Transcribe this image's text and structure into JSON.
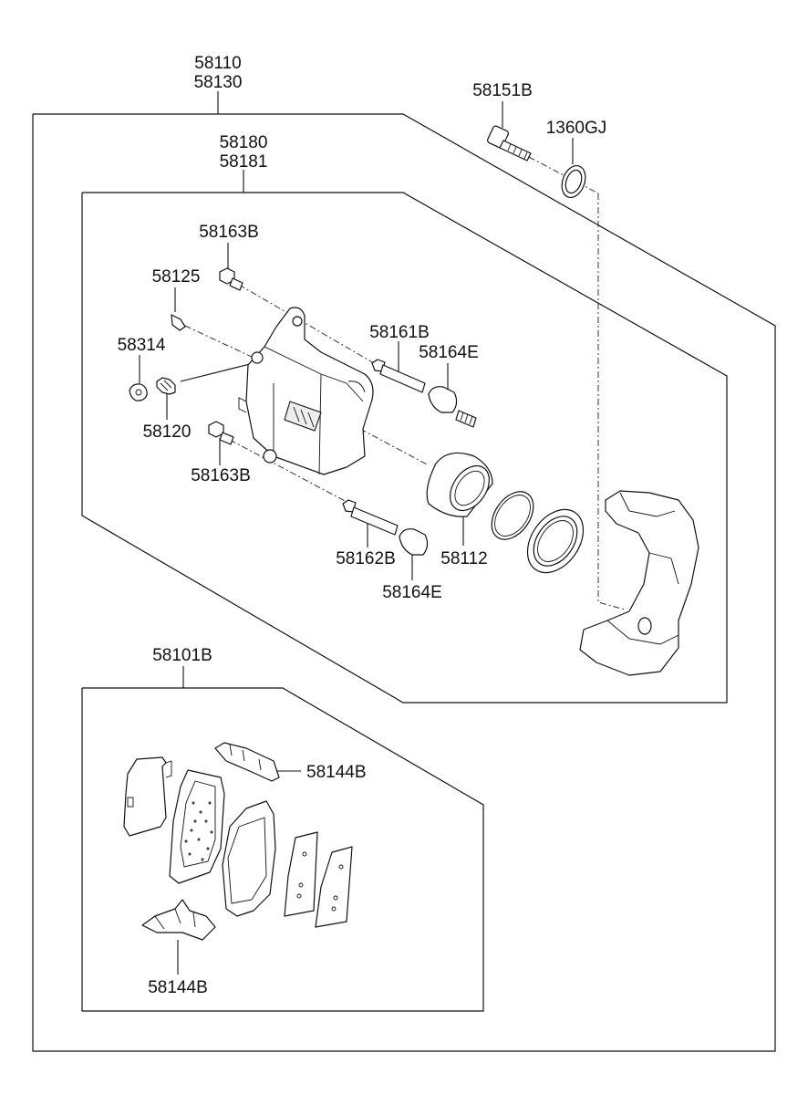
{
  "diagram": {
    "labels": {
      "assembly_a": "58110",
      "assembly_b": "58130",
      "bolt": "58151B",
      "washer": "1360GJ",
      "caliper_a": "58180",
      "caliper_b": "58181",
      "bolt_upper": "58163B",
      "cap": "58125",
      "bleeder_cap": "58314",
      "bleeder": "58120",
      "bolt_lower": "58163B",
      "guide_pin_upper": "58161B",
      "boot_upper": "58164E",
      "guide_pin_lower": "58162B",
      "piston": "58112",
      "boot_lower": "58164E",
      "pad_kit": "58101B",
      "clip_upper": "58144B",
      "clip_lower": "58144B"
    }
  }
}
